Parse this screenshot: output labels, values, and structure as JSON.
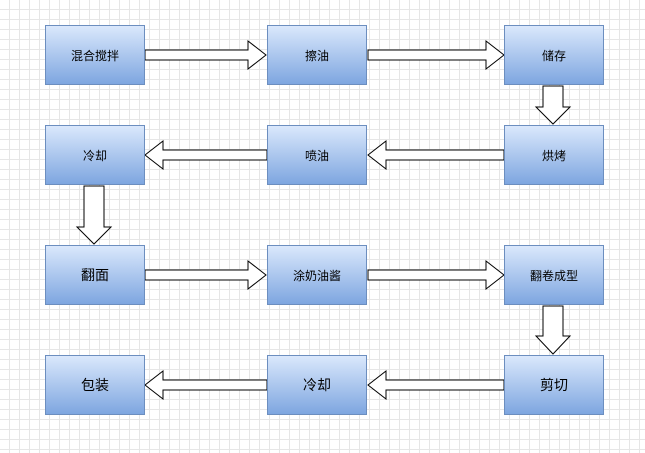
{
  "steps": [
    {
      "id": "mix",
      "label": "混合搅拌"
    },
    {
      "id": "oil-wipe",
      "label": "擦油"
    },
    {
      "id": "storage",
      "label": "储存"
    },
    {
      "id": "bake",
      "label": "烘烤"
    },
    {
      "id": "oil-spray",
      "label": "喷油"
    },
    {
      "id": "cool-1",
      "label": "冷却"
    },
    {
      "id": "flip",
      "label": "翻面"
    },
    {
      "id": "spread",
      "label": "涂奶油酱"
    },
    {
      "id": "roll",
      "label": "翻卷成型"
    },
    {
      "id": "cut",
      "label": "剪切"
    },
    {
      "id": "cool-2",
      "label": "冷却"
    },
    {
      "id": "pack",
      "label": "包装"
    }
  ]
}
